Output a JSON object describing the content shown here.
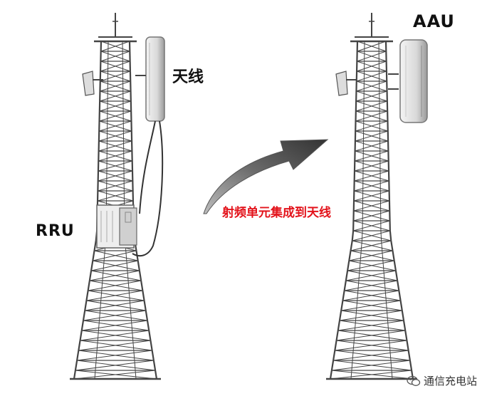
{
  "labels": {
    "antenna": "天线",
    "rru": "RRU",
    "aau": "AAU",
    "integration_note": "射频单元集成到天线"
  },
  "watermark": {
    "text": "通信充电站",
    "icon": "wechat-icon"
  },
  "colors": {
    "note_red": "#e3131b",
    "tower_gray": "#444444",
    "arrow_dark": "#555555"
  }
}
